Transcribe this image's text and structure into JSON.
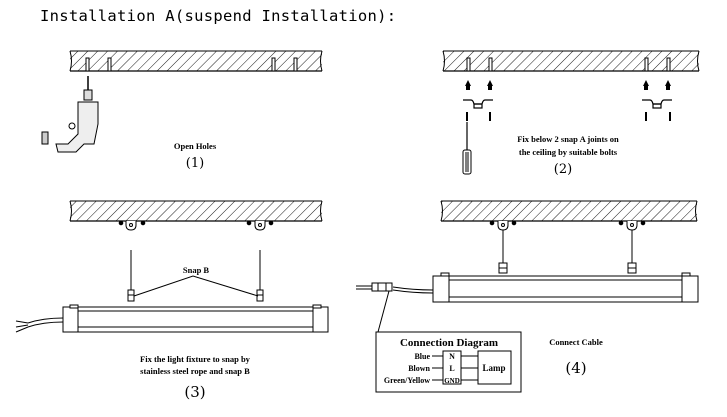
{
  "title": "Installation A(suspend Installation):",
  "steps": [
    {
      "number": "(1)",
      "caption": [
        "Open Holes"
      ]
    },
    {
      "number": "(2)",
      "caption": [
        "Fix below 2 snap A joints on",
        "the ceiling by suitable bolts"
      ]
    },
    {
      "number": "(3)",
      "caption": [
        "Fix the light fixture to snap by",
        "stainless steel rope and snap B"
      ],
      "callout": "Snap B"
    },
    {
      "number": "(4)",
      "caption": [
        "Connect Cable"
      ]
    }
  ],
  "connection_diagram": {
    "title": "Connection Diagram",
    "wires": [
      "Blue",
      "Blown",
      "Green/Yellow"
    ],
    "terminals": [
      "N",
      "L",
      "GND"
    ],
    "load": "Lamp"
  }
}
